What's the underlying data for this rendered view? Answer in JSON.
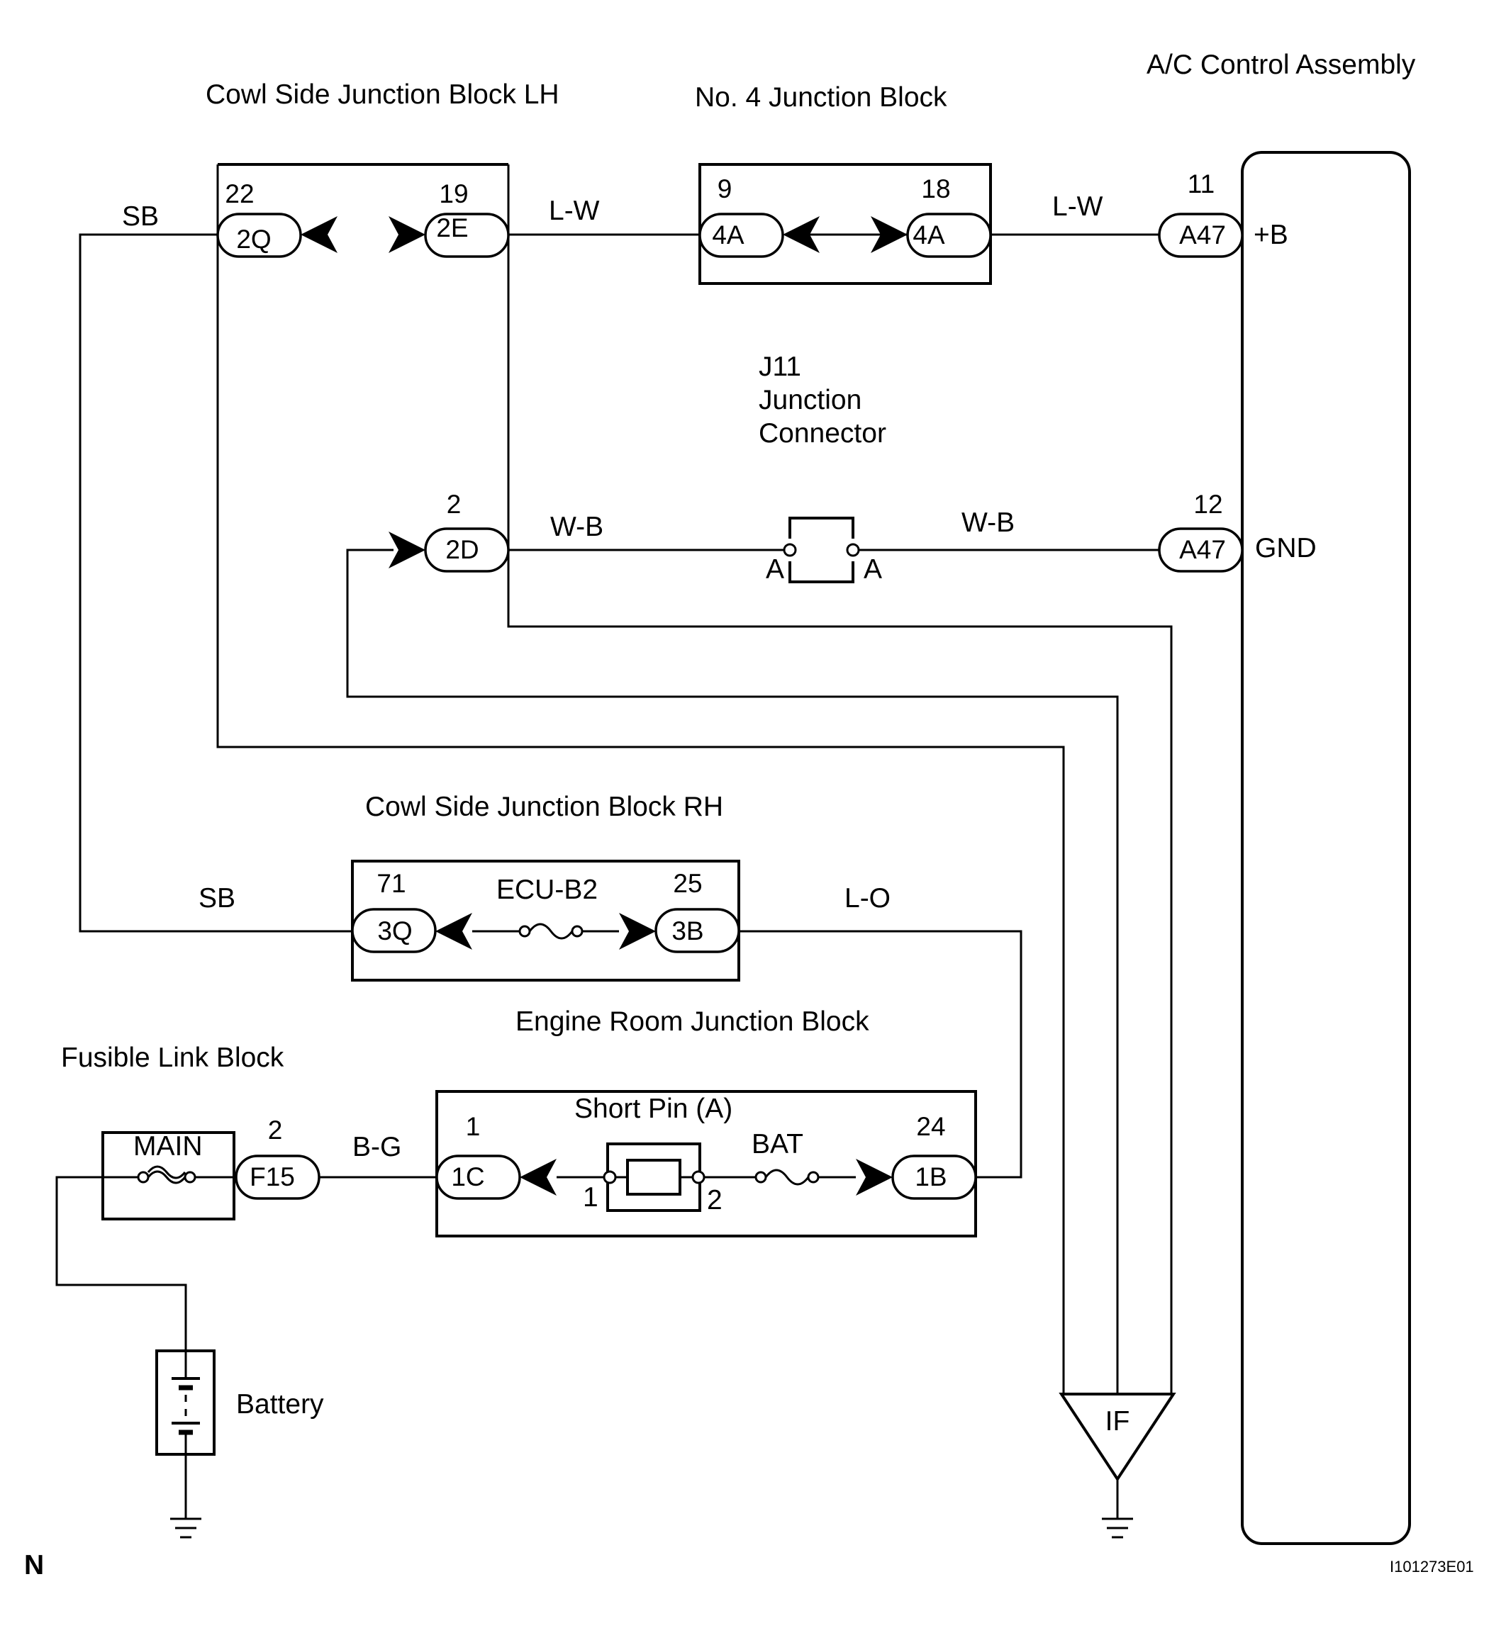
{
  "blocks": {
    "ac_control": "A/C Control Assembly",
    "cowl_lh": "Cowl Side Junction Block LH",
    "no4": "No. 4 Junction Block",
    "j11": [
      "J11",
      "Junction",
      "Connector"
    ],
    "cowl_rh": "Cowl Side Junction Block RH",
    "engine_room": "Engine Room Junction Block",
    "fusible_link": "Fusible Link Block",
    "battery": "Battery",
    "short_pin": "Short Pin (A)",
    "ground_point": "IF"
  },
  "connectors": {
    "c2Q": {
      "code": "2Q",
      "pin": "22"
    },
    "c2E": {
      "code": "2E",
      "pin": "19"
    },
    "c4A_in": {
      "code": "4A",
      "pin": "9"
    },
    "c4A_out": {
      "code": "4A",
      "pin": "18"
    },
    "cA47_b": {
      "code": "A47",
      "pin": "11"
    },
    "c2D": {
      "code": "2D",
      "pin": "2"
    },
    "cA47_gnd": {
      "code": "A47",
      "pin": "12"
    },
    "c3Q": {
      "code": "3Q",
      "pin": "71"
    },
    "c3B": {
      "code": "3B",
      "pin": "25"
    },
    "cF15": {
      "code": "F15",
      "pin": "2"
    },
    "c1C": {
      "code": "1C",
      "pin": "1"
    },
    "c1B": {
      "code": "1B",
      "pin": "24"
    }
  },
  "terminals": {
    "plus_b": "+B",
    "gnd": "GND",
    "j11_left": "A",
    "j11_right": "A",
    "sp_left": "1",
    "sp_right": "2"
  },
  "wires": {
    "sb_top": "SB",
    "lw_1": "L-W",
    "lw_2": "L-W",
    "wb_1": "W-B",
    "wb_2": "W-B",
    "sb_bottom": "SB",
    "lo": "L-O",
    "bg": "B-G"
  },
  "fuses": {
    "ecu_b2": "ECU-B2",
    "bat": "BAT",
    "main": "MAIN"
  },
  "footer": {
    "corner_mark": "N",
    "figure_id": "I101273E01"
  }
}
